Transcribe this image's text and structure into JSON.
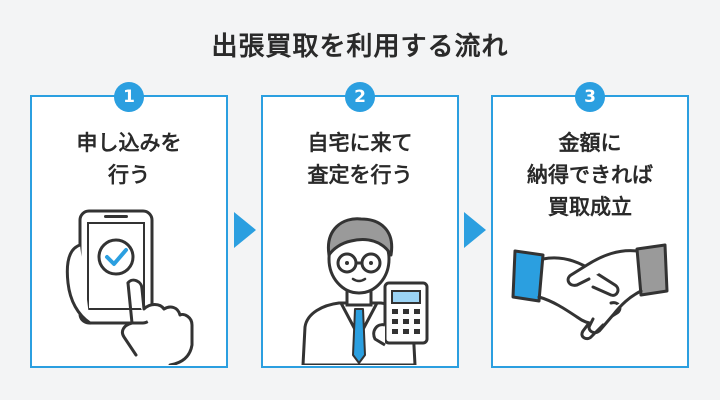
{
  "title": "出張買取を利用する流れ",
  "steps": [
    {
      "number": "1",
      "lines": [
        "申し込みを",
        "行う"
      ]
    },
    {
      "number": "2",
      "lines": [
        "自宅に来て",
        "査定を行う"
      ]
    },
    {
      "number": "3",
      "lines": [
        "金額に",
        "納得できれば",
        "買取成立"
      ]
    }
  ],
  "colors": {
    "accent": "#2b9fe0",
    "background": "#f3f4f5",
    "text": "#2a2a2a"
  },
  "icons": [
    "smartphone-check-icon",
    "appraiser-with-calculator-icon",
    "handshake-icon"
  ]
}
